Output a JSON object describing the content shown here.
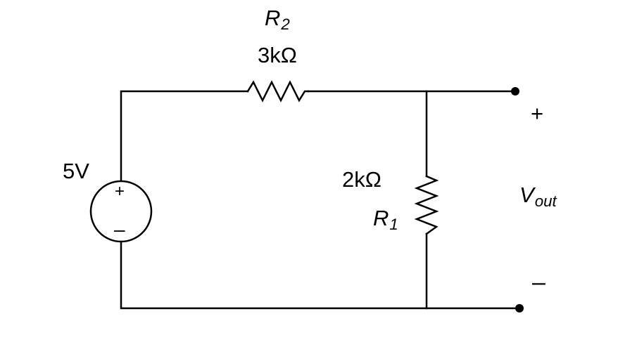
{
  "source": {
    "voltage_label": "5V",
    "plus_sign": "+",
    "minus_sign": "–"
  },
  "r2": {
    "name": "R",
    "subscript": "2",
    "value": "3kΩ"
  },
  "r1": {
    "name": "R",
    "subscript": "1",
    "value": "2kΩ"
  },
  "output": {
    "name": "V",
    "subscript": "out",
    "plus_sign": "+",
    "minus_sign": "–"
  }
}
